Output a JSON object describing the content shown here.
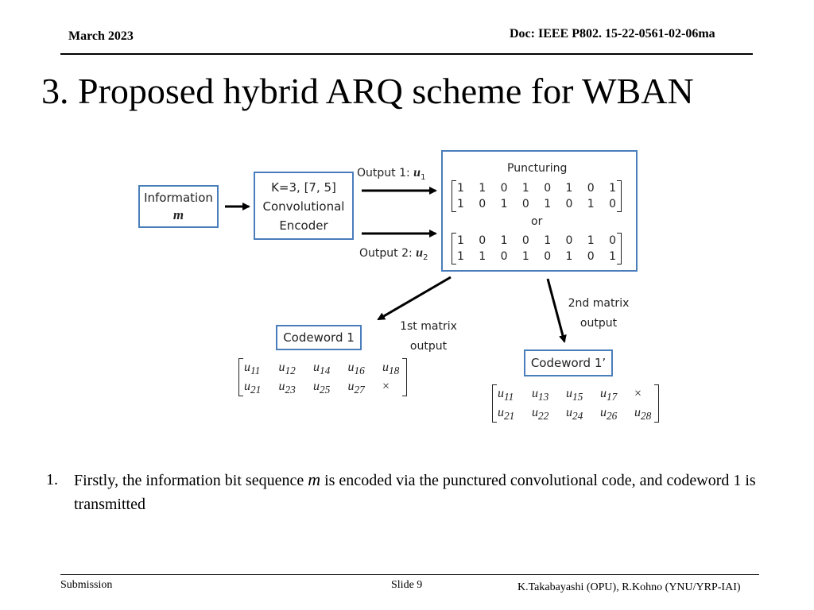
{
  "header": {
    "date": "March 2023",
    "doc": "Doc: IEEE P802. 15-22-0561-02-06ma"
  },
  "title": "3. Proposed hybrid ARQ scheme for WBAN",
  "diagram": {
    "information": {
      "line1": "Information",
      "line2": "m"
    },
    "encoder": {
      "line1": "K=3, [7, 5]",
      "line2": "Convolutional",
      "line3": "Encoder"
    },
    "output1": {
      "text": "Output 1: ",
      "var": "u",
      "sub": "1"
    },
    "output2": {
      "text": "Output 2: ",
      "var": "u",
      "sub": "2"
    },
    "puncturing": {
      "title": "Puncturing",
      "or": "or",
      "matrix1": [
        [
          "1",
          "1",
          "0",
          "1",
          "0",
          "1",
          "0",
          "1"
        ],
        [
          "1",
          "0",
          "1",
          "0",
          "1",
          "0",
          "1",
          "0"
        ]
      ],
      "matrix2": [
        [
          "1",
          "0",
          "1",
          "0",
          "1",
          "0",
          "1",
          "0"
        ],
        [
          "1",
          "1",
          "0",
          "1",
          "0",
          "1",
          "0",
          "1"
        ]
      ]
    },
    "first_output": {
      "line1": "1st matrix",
      "line2": "output"
    },
    "second_output": {
      "line1": "2nd matrix",
      "line2": "output"
    },
    "codeword1": {
      "label": "Codeword 1",
      "rows": [
        [
          "u11",
          "u12",
          "u14",
          "u16",
          "u18"
        ],
        [
          "u21",
          "u23",
          "u25",
          "u27",
          "×"
        ]
      ]
    },
    "codeword1p": {
      "label": "Codeword 1’",
      "rows": [
        [
          "u11",
          "u13",
          "u15",
          "u17",
          "×"
        ],
        [
          "u21",
          "u22",
          "u24",
          "u26",
          "u28"
        ]
      ]
    }
  },
  "bullet": {
    "number": "1.",
    "text_before": "Firstly, the information bit sequence ",
    "var": "m",
    "text_after": " is encoded via the punctured convolutional code, and codeword 1 is transmitted"
  },
  "footer": {
    "left": "Submission",
    "slide": "Slide 9",
    "right": "K.Takabayashi (OPU), R.Kohno (YNU/YRP-IAI)"
  },
  "colors": {
    "box_border": "#4a7ebb"
  }
}
